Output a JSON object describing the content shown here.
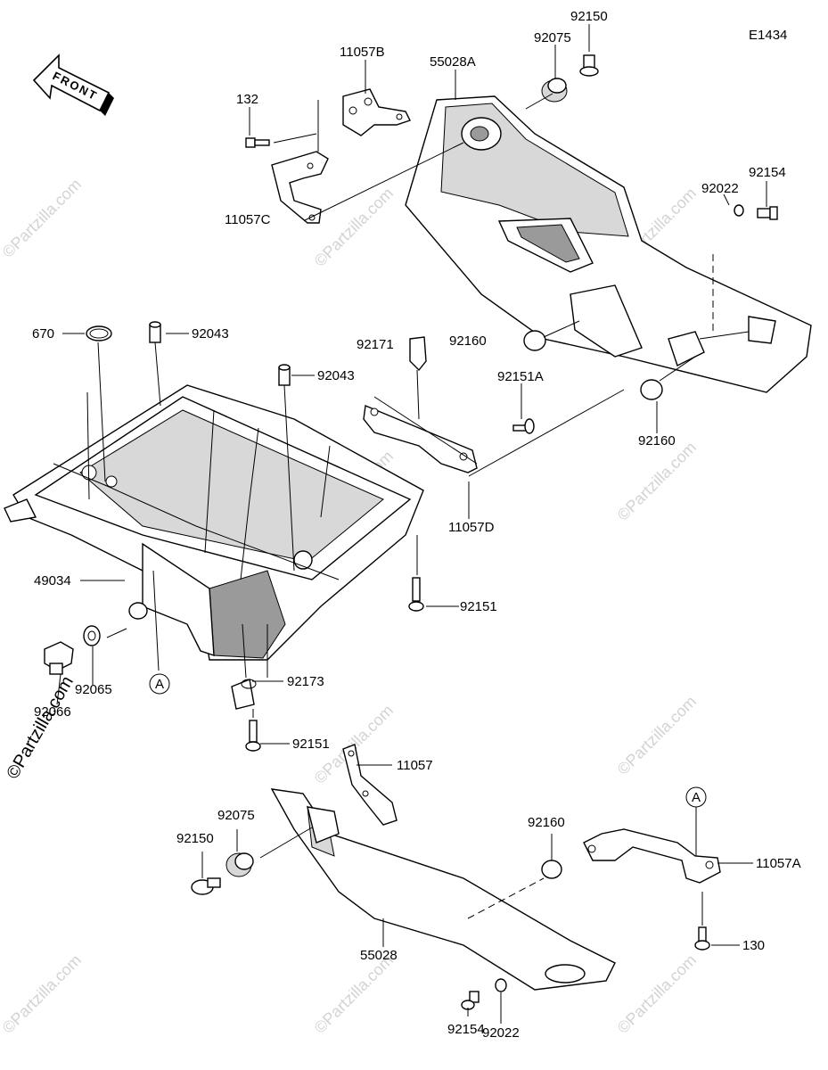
{
  "diagram": {
    "code": "E1434",
    "front_label": "FRONT",
    "watermark": "©Partzilla.com",
    "callout_a": "A",
    "parts": {
      "p92150_top": "92150",
      "p92075_top": "92075",
      "p11057B": "11057B",
      "p55028A": "55028A",
      "p132": "132",
      "p11057C": "11057C",
      "p92154_right": "92154",
      "p92022_right": "92022",
      "p670": "670",
      "p92043_a": "92043",
      "p92043_b": "92043",
      "p92171": "92171",
      "p92160_a": "92160",
      "p92151A": "92151A",
      "p92160_b": "92160",
      "p11057D": "11057D",
      "p49034": "49034",
      "p92151_a": "92151",
      "p92065": "92065",
      "p92066": "92066",
      "p92173": "92173",
      "p92151_b": "92151",
      "p11057": "11057",
      "p92075_bot": "92075",
      "p92150_bot": "92150",
      "p92160_c": "92160",
      "p11057A": "11057A",
      "p130": "130",
      "p55028": "55028",
      "p92154_bot": "92154",
      "p92022_bot": "92022"
    }
  }
}
